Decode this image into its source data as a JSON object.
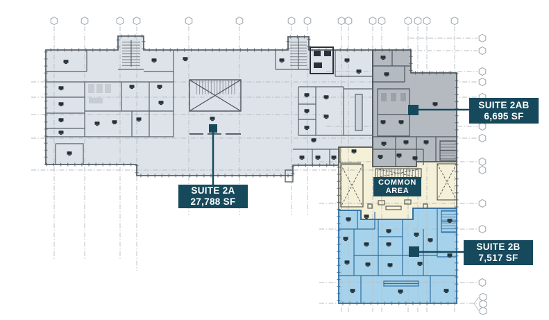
{
  "labels": {
    "suite_2a": {
      "name": "SUITE 2A",
      "area": "27,788 SF"
    },
    "suite_2ab": {
      "name": "SUITE 2AB",
      "area": "6,695 SF"
    },
    "suite_2b": {
      "name": "SUITE 2B",
      "area": "7,517 SF"
    },
    "common_area": {
      "line1": "COMMON",
      "line2": "AREA"
    }
  },
  "colors": {
    "label_background": "#17495c",
    "label_text": "#ffffff",
    "suite_2a_fill": "#dde3e9",
    "suite_2ab_fill": "#b4bac0",
    "suite_2b_fill": "#a6d3eb",
    "common_area_fill": "#f5f0d8",
    "suite_2a_wall": "#58626a",
    "suite_2ab_wall": "#4e565e",
    "suite_2b_wall": "#2f6da0",
    "common_area_wall": "#5a5d55",
    "grid_line": "#b6bdc2",
    "desk_icon": "#263238"
  }
}
